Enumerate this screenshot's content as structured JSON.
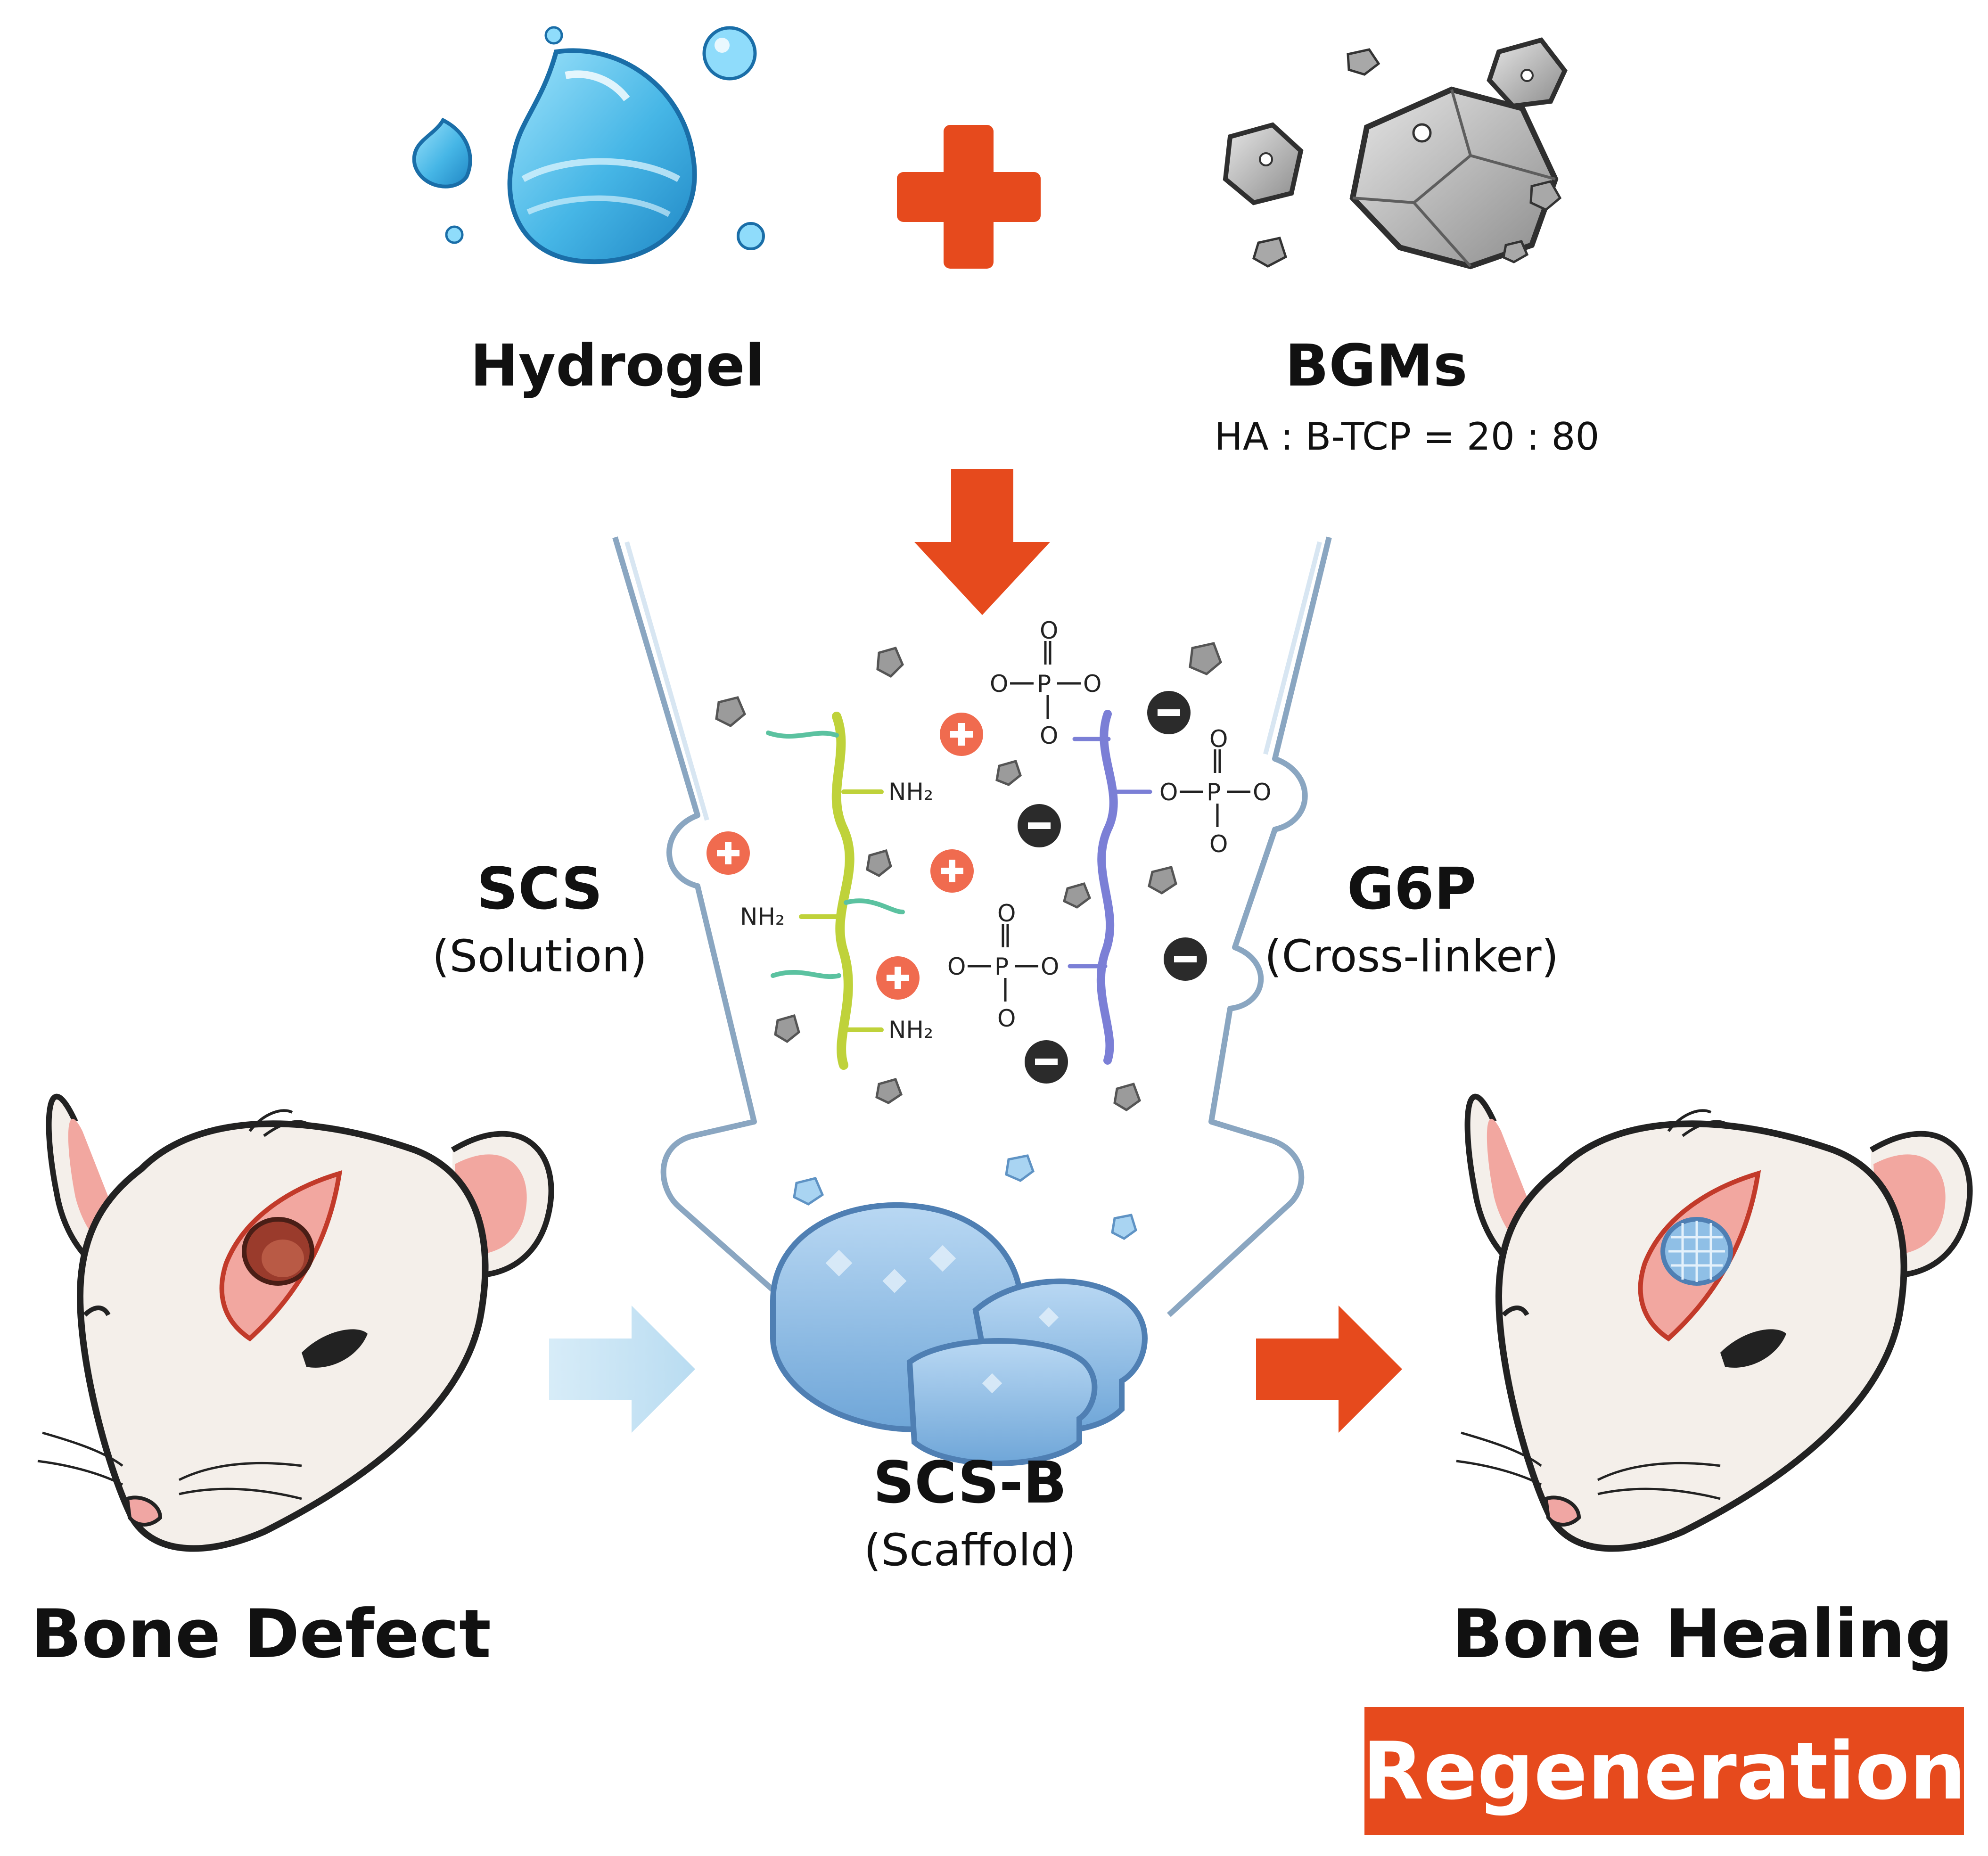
{
  "inputs": {
    "hydrogel_label": "Hydrogel",
    "bgms_label": "BGMs",
    "bgms_ratio": "HA : B-TCP = 20 : 80"
  },
  "mix": {
    "scs_label": "SCS",
    "scs_sub": "(Solution)",
    "g6p_label": "G6P",
    "g6p_sub": "(Cross-linker)",
    "amine_group": "NH₂",
    "phosphate_o": "O",
    "phosphate_p": "P"
  },
  "product": {
    "label": "SCS-B",
    "sub": "(Scaffold)"
  },
  "outcome": {
    "defect_label": "Bone Defect",
    "healing_label": "Bone Healing",
    "badge": "Regeneration"
  },
  "colors": {
    "accent_orange": "#e64a1d",
    "hydrogel_blue": "#5cc3ea",
    "scaffold_blue": "#8fbfe6",
    "funnel_stroke": "#8aa6c1",
    "chain_scs": "#bfd23a",
    "chain_scs_branch": "#5bc2a0",
    "chain_g6p": "#7b7fd6",
    "plus_charge": "#f06b4f",
    "minus_charge": "#2b2b2b"
  },
  "icons": [
    "hydrogel-drop-icon",
    "plus-icon",
    "mineral-rock-icon",
    "down-arrow-icon",
    "positive-charge-icon",
    "negative-charge-icon",
    "rat-head-icon",
    "right-arrow-icon"
  ]
}
